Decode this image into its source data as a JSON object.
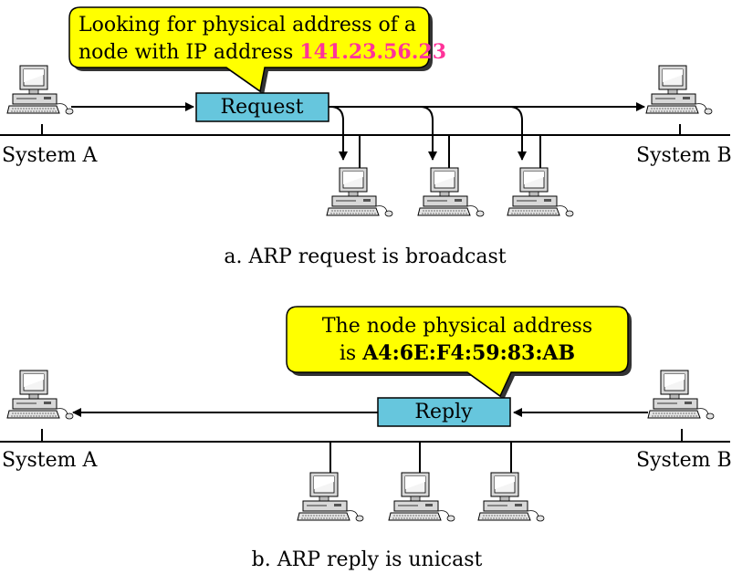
{
  "panel_a": {
    "callout_line1": "Looking for physical address of a",
    "callout_line2_prefix": "node with IP address ",
    "ip_address": "141.23.56.23",
    "packet_label": "Request",
    "left_system": "System A",
    "right_system": "System B",
    "caption": "a. ARP request is broadcast"
  },
  "panel_b": {
    "callout_line1": "The node physical address",
    "callout_line2_prefix": "is ",
    "mac_address": "A4:6E:F4:59:83:AB",
    "packet_label": "Reply",
    "left_system": "System A",
    "right_system": "System B",
    "caption": "b. ARP reply is unicast"
  },
  "colors": {
    "callout_fill": "#ffff00",
    "packet_fill": "#66c6dd",
    "ip_highlight": "#ff3399",
    "line": "#000000"
  },
  "icons": {
    "computer": "desktop-computer-icon"
  }
}
